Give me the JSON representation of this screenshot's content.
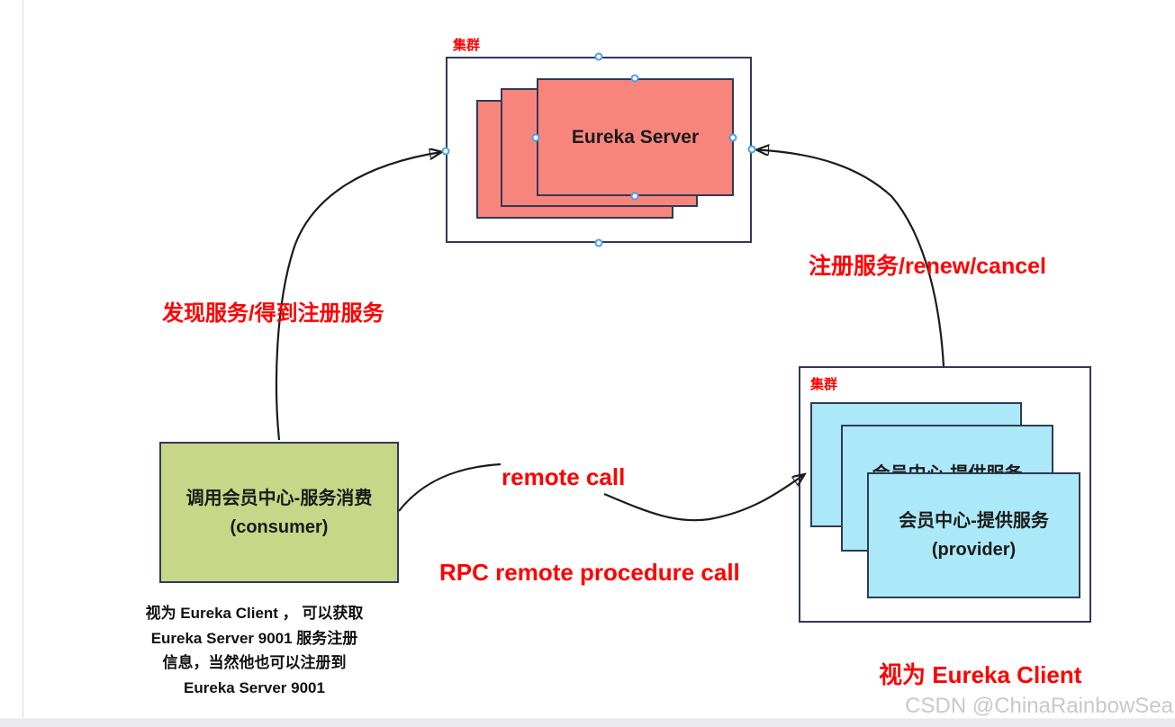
{
  "top_cluster": {
    "label": "集群",
    "server_label": "Eureka Server"
  },
  "right_cluster": {
    "label": "集群",
    "provider_line1": "会员中心-提供服务",
    "provider_line2": "(provider)"
  },
  "consumer": {
    "line1": "调用会员中心-服务消费",
    "line2": "(consumer)"
  },
  "labels": {
    "discover": "发现服务/得到注册服务",
    "register": "注册服务/renew/cancel",
    "remote_call": "remote call",
    "rpc": "RPC remote procedure call",
    "client_right": "视为 Eureka Client"
  },
  "note": {
    "line1": "视为 Eureka Client ， 可以获取",
    "line2": "Eureka Server 9001 服务注册",
    "line3": "信息，当然他也可以注册到",
    "line4": "Eureka Server 9001"
  },
  "watermark": "CSDN @ChinaRainbowSea",
  "colors": {
    "server_box": "#F8857C",
    "provider_box": "#ABE9F9",
    "consumer_box": "#C7D687",
    "border_navy": "#2E3A57",
    "label_red": "#FE0000",
    "handle_blue": "#4A9EE8",
    "watermark_gray": "#C9C9CC",
    "scrollbar_bg": "#E9E9EE"
  }
}
